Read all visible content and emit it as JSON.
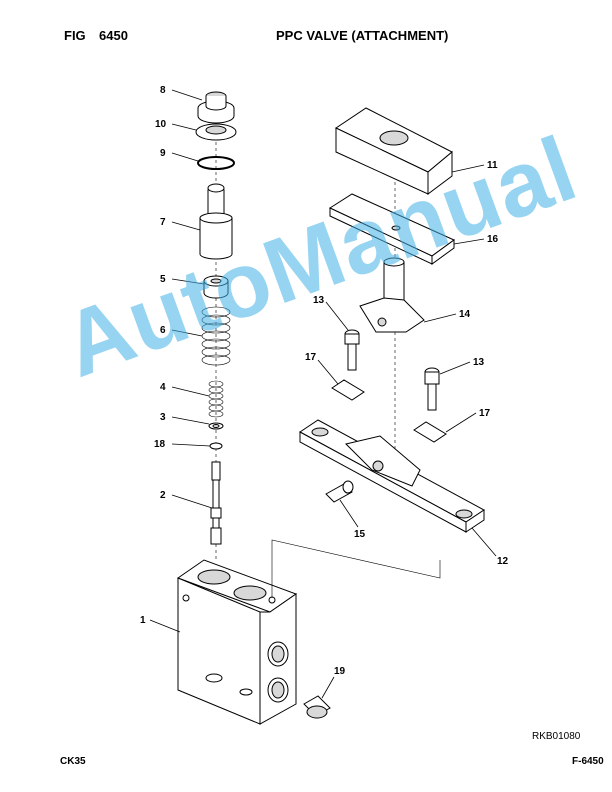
{
  "header": {
    "fig_label": "FIG",
    "fig_number": "6450",
    "title": "PPC VALVE (ATTACHMENT)"
  },
  "callouts": [
    "8",
    "10",
    "9",
    "7",
    "5",
    "6",
    "4",
    "3",
    "18",
    "2",
    "1",
    "19",
    "11",
    "16",
    "14",
    "13",
    "17",
    "13",
    "17",
    "15",
    "12"
  ],
  "watermark": "AutoManual",
  "footer": {
    "drawing_code": "RKB01080",
    "model": "CK35",
    "page": "F-6450"
  }
}
